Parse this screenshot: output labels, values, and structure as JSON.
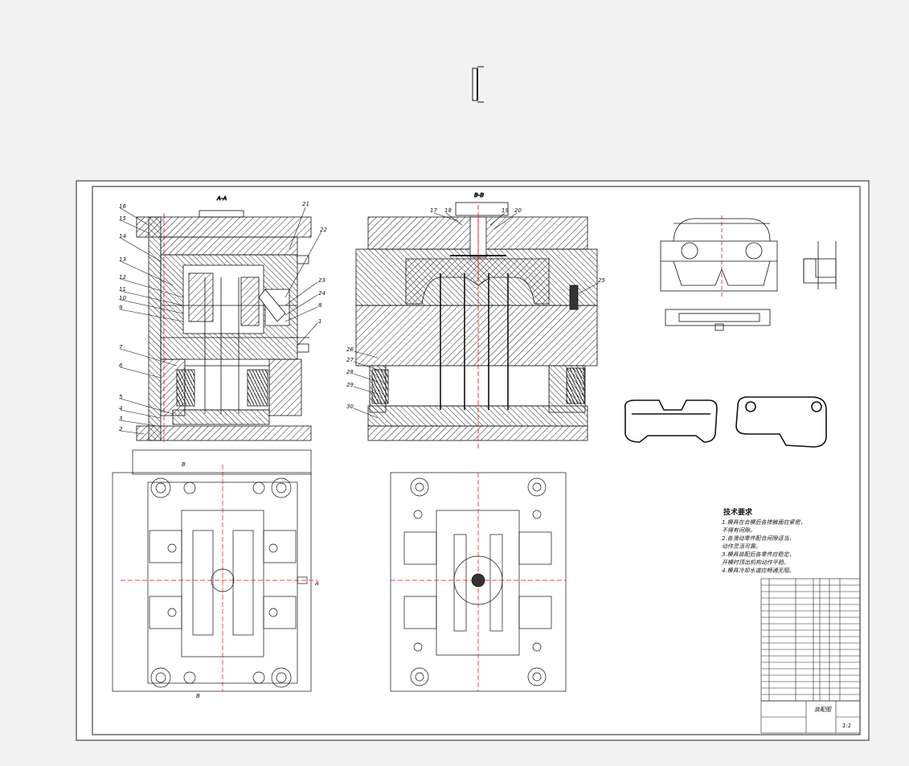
{
  "views": {
    "section_a": "A-A",
    "section_b": "B-B",
    "mark_a": "A",
    "mark_b": "B"
  },
  "labels_left": [
    "1",
    "2",
    "3",
    "4",
    "5",
    "6",
    "7",
    "8",
    "9",
    "10",
    "11",
    "12",
    "13",
    "14",
    "15",
    "16",
    "21",
    "22",
    "23",
    "24"
  ],
  "labels_right": [
    "17",
    "18",
    "19",
    "20",
    "25",
    "26",
    "27",
    "28",
    "29",
    "30"
  ],
  "notes": {
    "title": "技术要求",
    "lines": [
      "1.模具在合模后各接触面应紧密，",
      "  不得有间隙。",
      "2.各滑动零件配合间隙适当，",
      "  动作灵活可靠。",
      "3.模具装配后各零件应稳定，",
      "  开模时顶出机构动作平稳。",
      "4.模具冷却水道应畅通无阻。"
    ]
  },
  "title_block": {
    "drawing_name": "装配图",
    "sheet_label": "1:1"
  },
  "colors": {
    "line": "#1a1a1a",
    "centerline": "#e01010",
    "paper": "#ffffff",
    "background": "#f2f2f2"
  }
}
